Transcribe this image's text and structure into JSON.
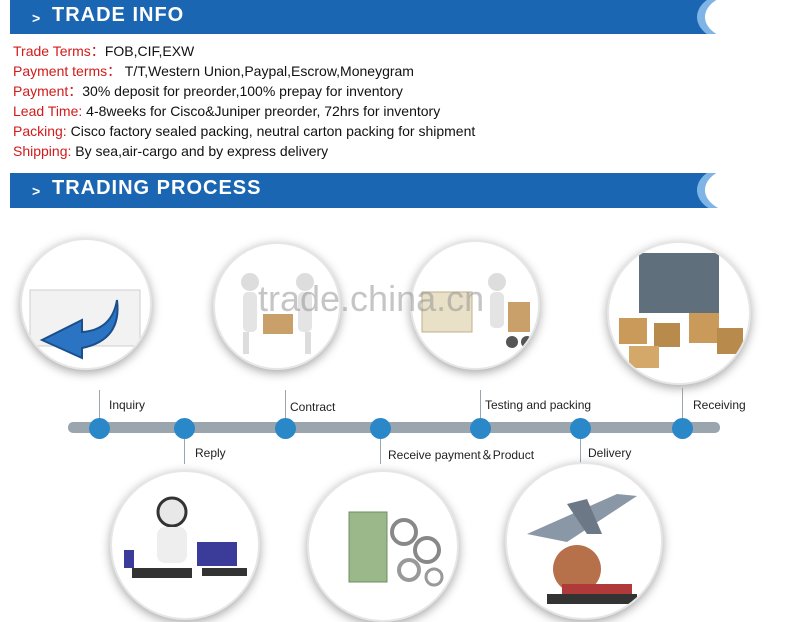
{
  "banners": {
    "trade_info": {
      "arrow": ">",
      "title": "TRADE INFO"
    },
    "trading_process": {
      "arrow": ">",
      "title": "TRADING PROCESS"
    }
  },
  "trade_info": [
    {
      "label": "Trade Terms：",
      "value": "FOB,CIF,EXW"
    },
    {
      "label": "Payment terms：",
      "value": "  T/T,Western Union,Paypal,Escrow,Moneygram"
    },
    {
      "label": "Payment：",
      "value": "30% deposit for preorder,100% prepay for inventory"
    },
    {
      "label": "Lead Time:",
      "value": " 4-8weeks for Cisco&Juniper preorder, 72hrs for inventory"
    },
    {
      "label": "Packing:",
      "value": " Cisco factory sealed packing, neutral carton packing for shipment"
    },
    {
      "label": "Shipping:",
      "value": " By sea,air-cargo and by express delivery"
    }
  ],
  "process": {
    "top_steps": [
      "Inquiry",
      "Contract",
      "Testing and packing",
      "Receiving"
    ],
    "bottom_steps": [
      "Reply",
      "Receive payment＆Product",
      "Delivery"
    ]
  },
  "watermark": "trade.china.cn",
  "colors": {
    "banner": "#1a66b3",
    "label_red": "#d21a1a",
    "dot": "#2a88c8",
    "line": "#9aa5ad"
  }
}
